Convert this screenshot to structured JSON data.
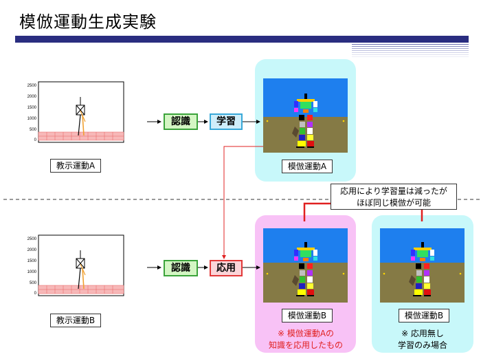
{
  "title": "模倣運動生成実験",
  "colors": {
    "title_bar": "#2a2d80",
    "panel_cyan": "#c8f8fa",
    "panel_pink": "#f8c2f6",
    "sky": "#1e7fee",
    "ground": "#857a45",
    "floor_grid": "#f49898",
    "arrow_red": "#e02020",
    "step_green": "#3aa33a",
    "step_cyan": "#38a8d8",
    "step_red": "#e23838"
  },
  "plot": {
    "y_ticks": [
      "2500",
      "2000",
      "1500",
      "1000",
      "500",
      "0"
    ]
  },
  "row_a": {
    "demo_label": "教示運動A",
    "step1": "認識",
    "step2": "学習",
    "result_label": "模倣運動A"
  },
  "row_b": {
    "demo_label": "教示運動B",
    "step1": "認識",
    "step2": "応用",
    "result_label": "模倣運動B",
    "note_line1": "※ 模倣運動Aの",
    "note_line2": "知識を応用したもの"
  },
  "row_c": {
    "result_label": "模倣運動B",
    "note_line1": "※ 応用無し",
    "note_line2": "学習のみ場合"
  },
  "callout": {
    "line1": "応用により学習量は減ったが",
    "line2": "ほぼ同じ模倣が可能"
  }
}
